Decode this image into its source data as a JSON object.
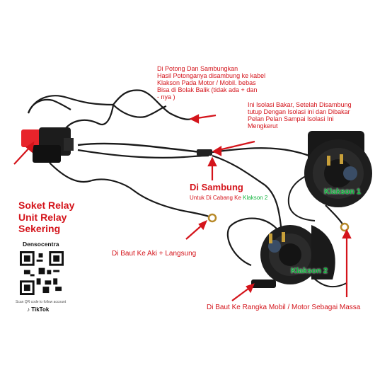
{
  "labels": {
    "cut": "Di Potong Dan Sambungkan",
    "cut_result_1": "Hasil Potonganya disambung ke kabel",
    "cut_result_2": "Klakson Pada Motor / Mobil. bebas",
    "cut_result_3": "Bisa di Bolak Balik (tidak ada + dan",
    "cut_result_4": "- nya )",
    "insulate_1": "Ini Isolasi Bakar, Setelah Disambung",
    "insulate_2": "tutup Dengan Isolasi ini dan Dibakar",
    "insulate_3": "Pelan Pelan Sampai Isolasi Ini",
    "insulate_4": "Mengkerut",
    "sambung": "Di Sambung",
    "branch_prefix": "Untuk Di Cabang Ke",
    "branch_target": "Klakson 2",
    "relay_1": "Soket Relay",
    "relay_2": "Unit Relay",
    "relay_3": "Sekering",
    "battery": "Di Baut Ke Aki + Langsung",
    "ground": "Di Baut Ke Rangka Mobil / Motor Sebagai Massa",
    "horn1": "Klakson 1",
    "horn2": "Klakson 2",
    "brand": "Densocentra",
    "scan": "Scan QR code to follow account",
    "tiktok": "TikTok"
  },
  "colors": {
    "annotation": "#d4141b",
    "horn_label": "#0fb43c",
    "wire": "#1a1a1a",
    "relay_red": "#e8242b"
  }
}
